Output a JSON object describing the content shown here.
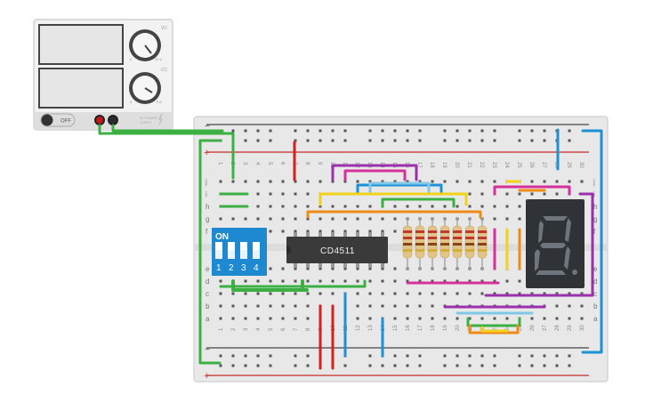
{
  "power_supply": {
    "off_label": "OFF",
    "voltage_mark": "VC",
    "current_mark": "CC",
    "voltage_knob_min": "0",
    "voltage_knob_max": "30 V",
    "current_knob_min": "0",
    "current_knob_max": "5 A",
    "panel_caption_1": "DC POWER",
    "panel_caption_2": "SUPPLY"
  },
  "breadboard": {
    "rail_plus": "+",
    "rail_minus": "−",
    "row_letters_top": [
      "j",
      "i",
      "h",
      "g",
      "f"
    ],
    "row_letters_bottom": [
      "e",
      "d",
      "c",
      "b",
      "a"
    ],
    "column_numbers": [
      "1",
      "2",
      "3",
      "4",
      "5",
      "6",
      "7",
      "8",
      "9",
      "10",
      "11",
      "12",
      "13",
      "14",
      "15",
      "16",
      "17",
      "18",
      "19",
      "20",
      "21",
      "22",
      "23",
      "24",
      "25",
      "26",
      "27",
      "28",
      "29",
      "30"
    ]
  },
  "dip_switch": {
    "on_label": "ON",
    "switch_numbers": [
      "1",
      "2",
      "3",
      "4"
    ]
  },
  "ic_chip": {
    "label": "CD4511"
  },
  "resistor_count": 7,
  "display": {
    "digit_shown": "8"
  },
  "wire_colors": {
    "green": "#3cb043",
    "red": "#d62020",
    "blue": "#1e90d6",
    "purple": "#9b2fae",
    "pink": "#d6309a",
    "yellow": "#f2d21b",
    "orange": "#f08a17",
    "lightblue": "#7fc8e8"
  }
}
